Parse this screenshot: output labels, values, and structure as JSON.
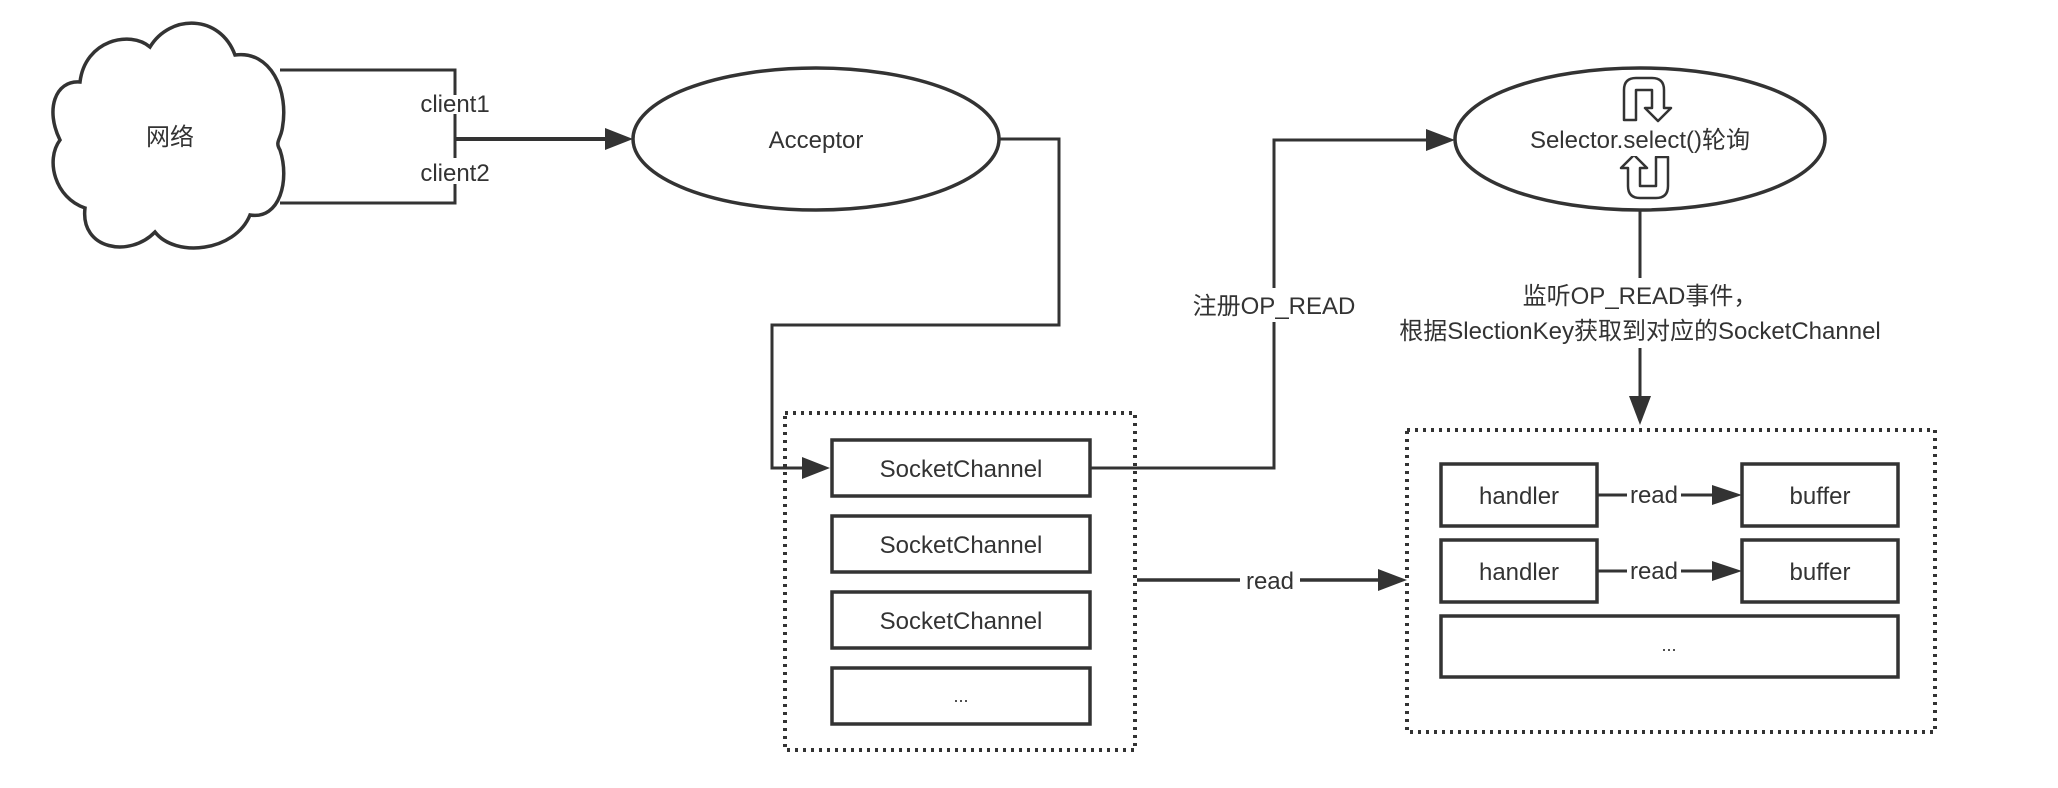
{
  "diagram": {
    "title": "NIO Reactor model",
    "colors": {
      "stroke": "#333333",
      "text": "#333333",
      "background": "#ffffff"
    },
    "network": {
      "label": "网络",
      "shape": "cloud"
    },
    "clients": [
      {
        "label": "client1"
      },
      {
        "label": "client2"
      }
    ],
    "acceptor": {
      "label": "Acceptor",
      "shape": "ellipse"
    },
    "selector": {
      "label": "Selector.select()轮询",
      "shape": "ellipse",
      "icons": [
        "loop-arrow-top-icon",
        "loop-arrow-bottom-icon"
      ]
    },
    "register_edge": {
      "label": "注册OP_READ"
    },
    "listen_edge": {
      "label_line1": "监听OP_READ事件，",
      "label_line2": "根据SlectionKey获取到对应的SocketChannel"
    },
    "channel_group": {
      "items": [
        {
          "label": "SocketChannel"
        },
        {
          "label": "SocketChannel"
        },
        {
          "label": "SocketChannel"
        },
        {
          "label": "..."
        }
      ]
    },
    "read_edge": {
      "label": "read"
    },
    "handler_group": {
      "rows": [
        {
          "handler": "handler",
          "edge": "read",
          "buffer": "buffer"
        },
        {
          "handler": "handler",
          "edge": "read",
          "buffer": "buffer"
        }
      ],
      "more": "..."
    }
  }
}
